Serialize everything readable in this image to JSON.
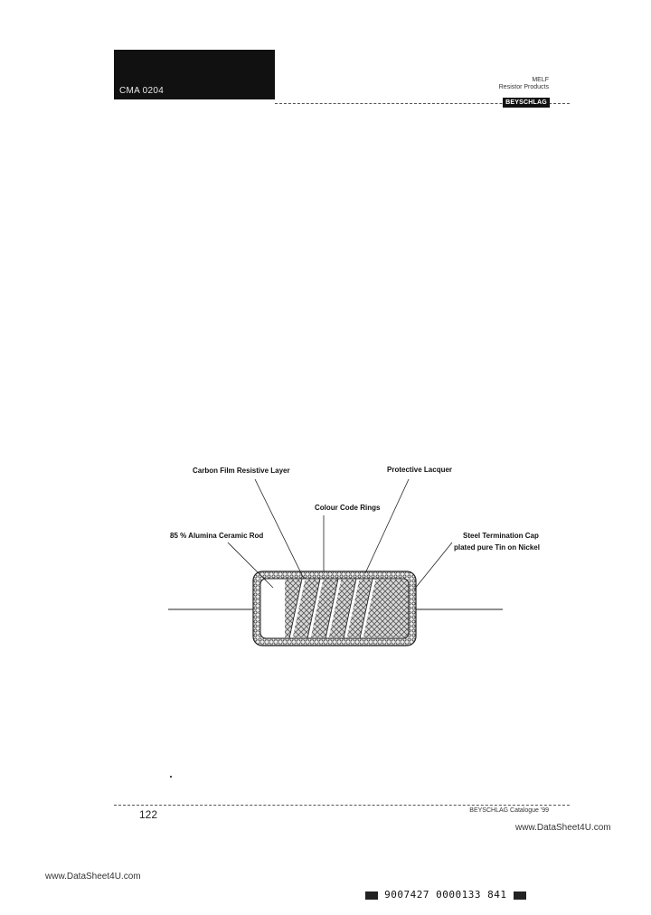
{
  "header": {
    "product": "CMA 0204",
    "line1": "MELF",
    "line2": "Resistor Products",
    "brand": "BEYSCHLAG"
  },
  "diagram": {
    "labels": {
      "carbon_film": "Carbon Film Resistive Layer",
      "protective_lacquer": "Protective Lacquer",
      "colour_code": "Colour Code Rings",
      "alumina": "85 % Alumina Ceramic Rod",
      "steel_cap_1": "Steel Termination Cap",
      "steel_cap_2": "plated pure Tin on Nickel"
    }
  },
  "footer": {
    "page_number": "122",
    "catalogue": "BEYSCHLAG Catalogue '99",
    "url_right": "www.DataSheet4U.com",
    "url_left": "www.DataSheet4U.com",
    "barcode": "9007427 0000133 841"
  }
}
